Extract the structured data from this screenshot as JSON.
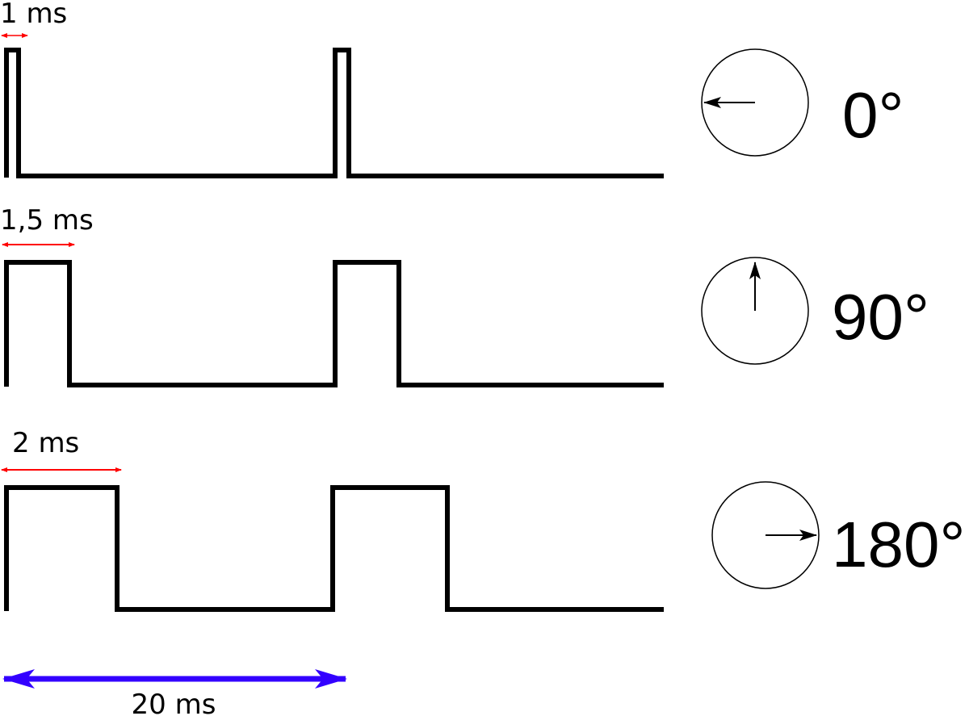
{
  "title": "Servo PWM pulse width vs. angle",
  "period_label": "20 ms",
  "colors": {
    "pulse_width_arrow": "#ff0000",
    "period_arrow": "#3300ff",
    "wave": "#000000"
  },
  "rows": [
    {
      "pulse_label": "1 ms",
      "pulse_ms": 1,
      "angle_label": "0°",
      "angle_deg": 0
    },
    {
      "pulse_label": "1,5 ms",
      "pulse_ms": 1.5,
      "angle_label": "90°",
      "angle_deg": 90
    },
    {
      "pulse_label": "2 ms",
      "pulse_ms": 2,
      "angle_label": "180°",
      "angle_deg": 180
    }
  ]
}
